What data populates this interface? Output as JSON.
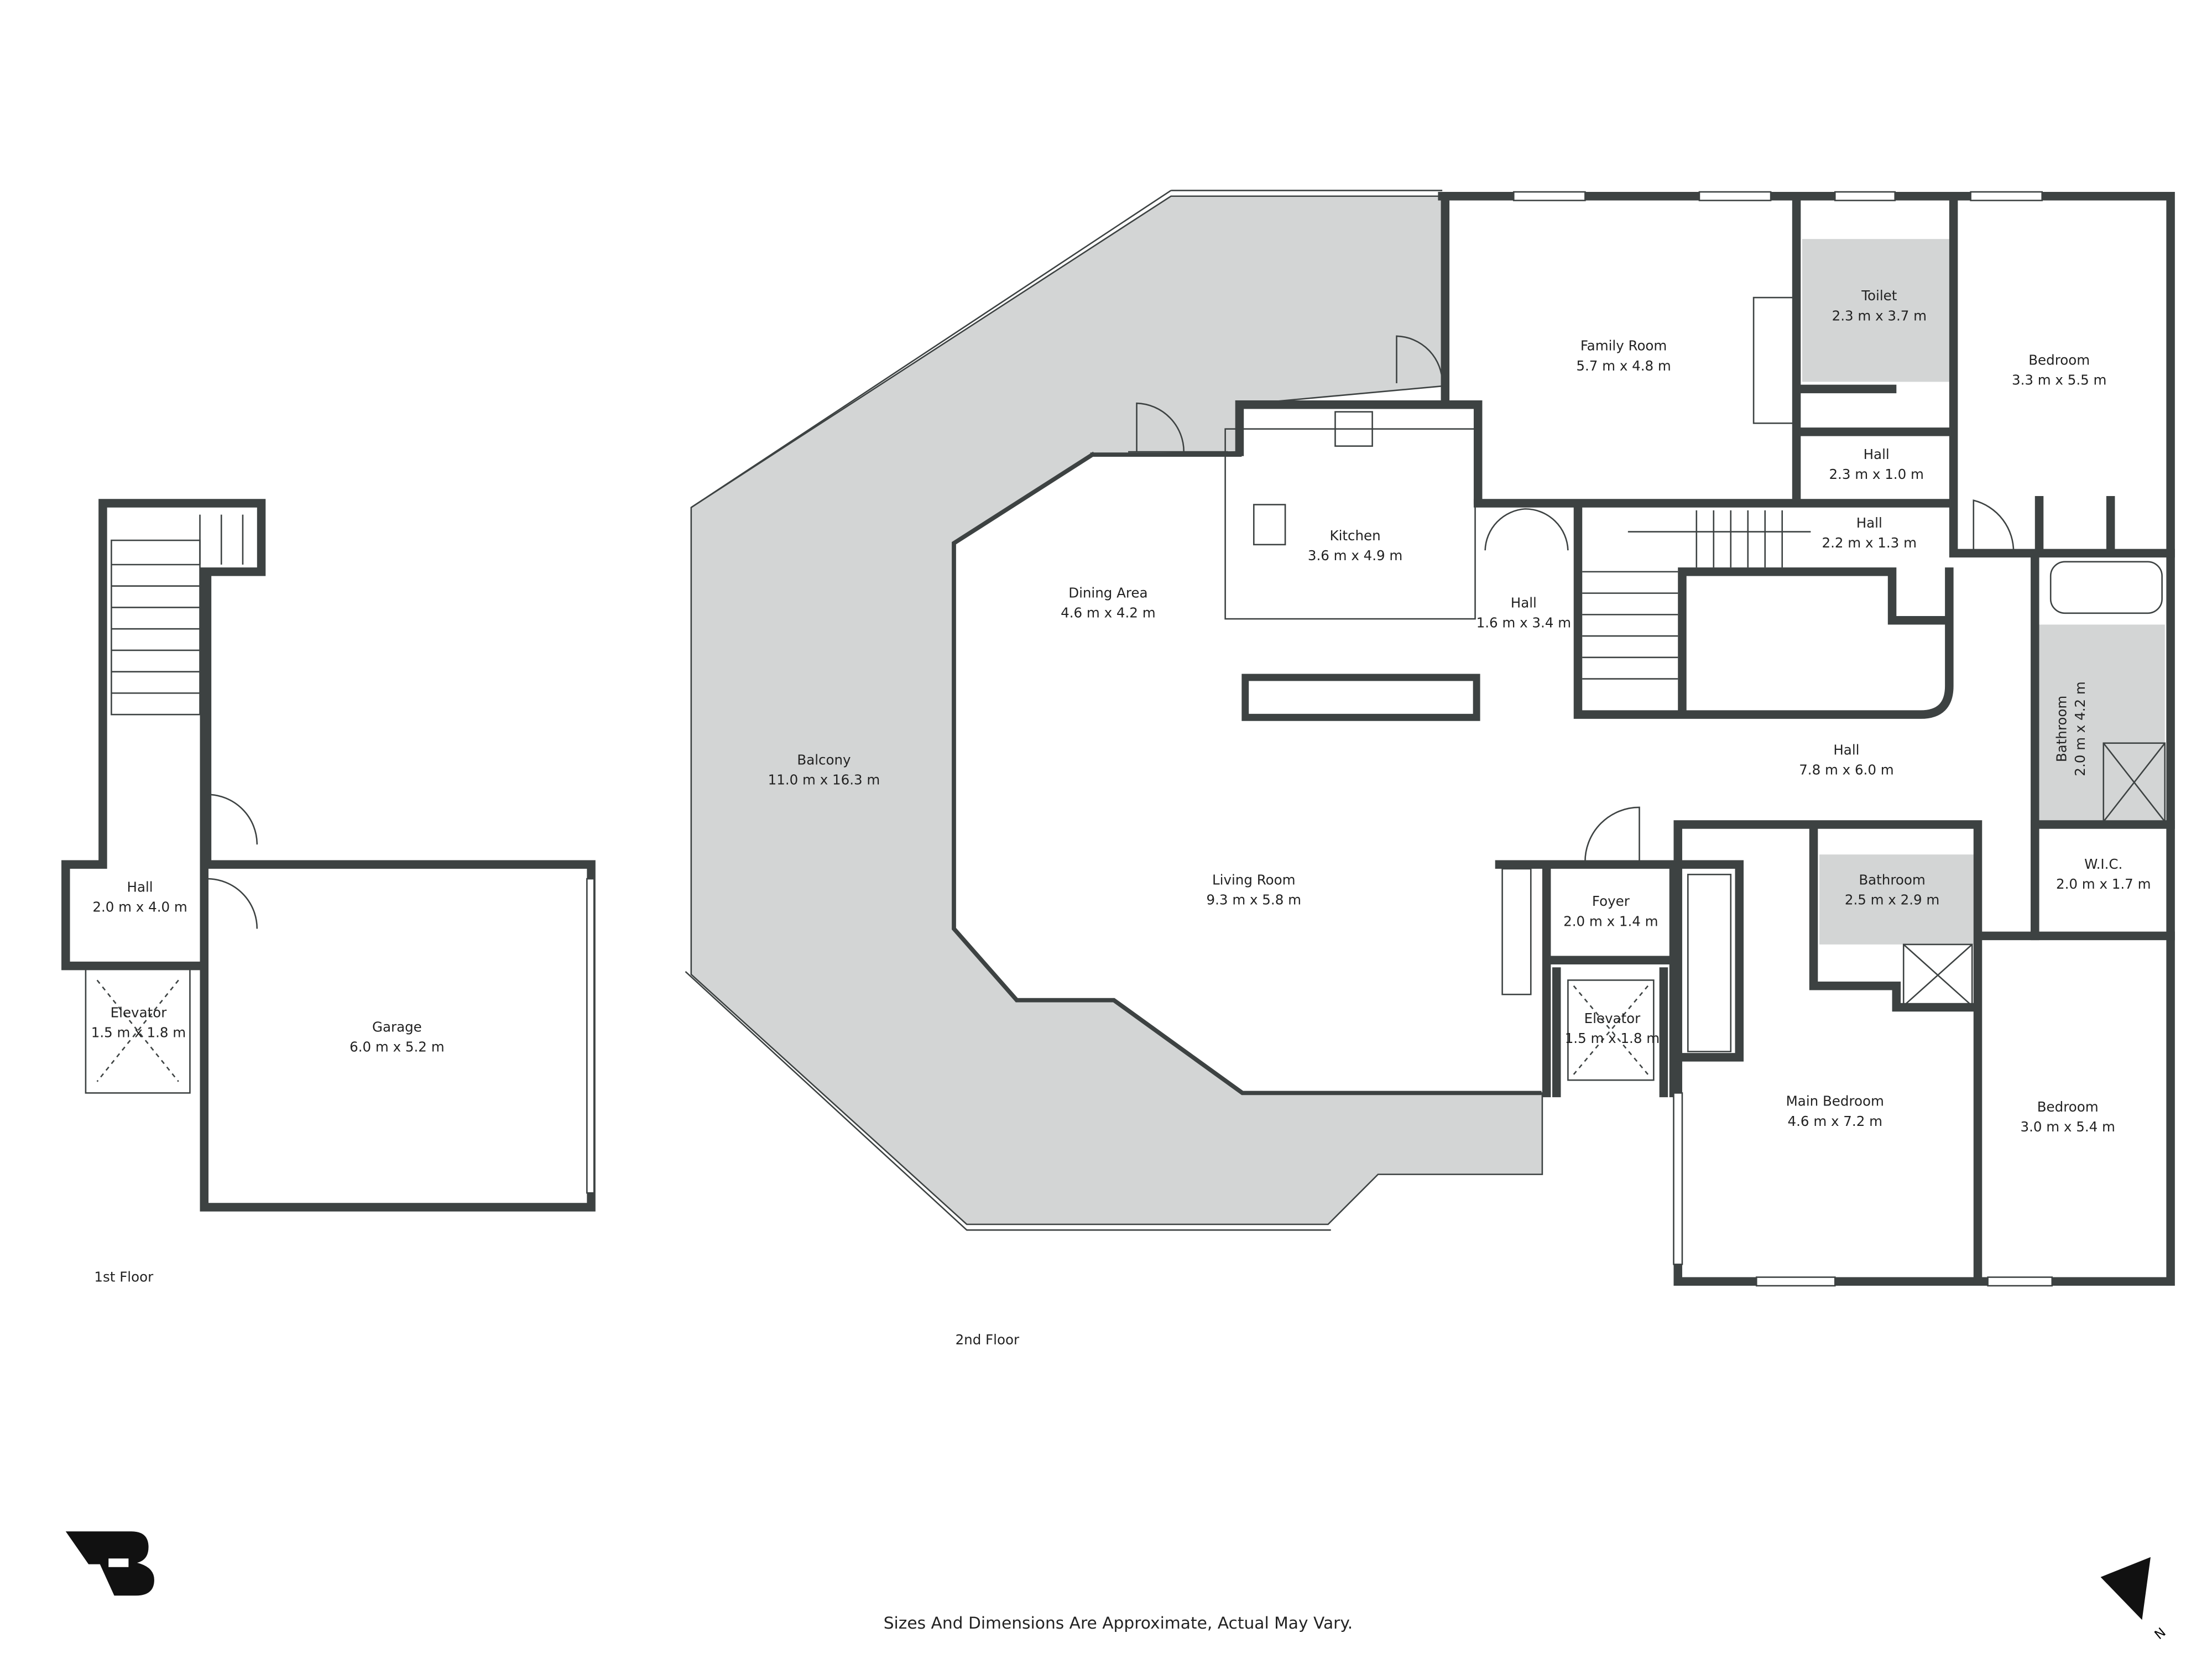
{
  "floors": [
    {
      "label": "1st Floor",
      "rooms": [
        {
          "name": "Hall",
          "dims": "2.0 m x 4.0 m"
        },
        {
          "name": "Elevator",
          "dims": "1.5 m x 1.8 m"
        },
        {
          "name": "Garage",
          "dims": "6.0 m x 5.2 m"
        }
      ]
    },
    {
      "label": "2nd Floor",
      "rooms": [
        {
          "name": "Balcony",
          "dims": "11.0 m x 16.3 m"
        },
        {
          "name": "Dining Area",
          "dims": "4.6 m x 4.2 m"
        },
        {
          "name": "Kitchen",
          "dims": "3.6 m x 4.9 m"
        },
        {
          "name": "Family Room",
          "dims": "5.7 m x 4.8 m"
        },
        {
          "name": "Toilet",
          "dims": "2.3 m x 3.7 m"
        },
        {
          "name": "Bedroom",
          "dims": "3.3 m x 5.5 m"
        },
        {
          "name": "Hall",
          "dims": "2.3 m x 1.0 m"
        },
        {
          "name": "Hall",
          "dims": "2.2 m x 1.3 m"
        },
        {
          "name": "Hall",
          "dims": "1.6 m x 3.4 m"
        },
        {
          "name": "Hall",
          "dims": "7.8 m x 6.0 m"
        },
        {
          "name": "Bathroom",
          "dims": "2.0 m x 4.2 m"
        },
        {
          "name": "Living Room",
          "dims": "9.3 m x 5.8 m"
        },
        {
          "name": "Foyer",
          "dims": "2.0 m x 1.4 m"
        },
        {
          "name": "Elevator",
          "dims": "1.5 m x 1.8 m"
        },
        {
          "name": "Bathroom",
          "dims": "2.5 m x 2.9 m"
        },
        {
          "name": "W.I.C.",
          "dims": "2.0 m x 1.7 m"
        },
        {
          "name": "Main Bedroom",
          "dims": "4.6 m x 7.2 m"
        },
        {
          "name": "Bedroom",
          "dims": "3.0 m x 5.4 m"
        }
      ]
    }
  ],
  "disclaimer": "Sizes And Dimensions Are Approximate, Actual May Vary.",
  "compass": {
    "label": "N",
    "icon": "north-arrow-icon"
  },
  "logo": {
    "icon": "brand-logo-icon"
  },
  "colors": {
    "wall": "#3d4242",
    "shaded_area": "#d3d5d5"
  }
}
